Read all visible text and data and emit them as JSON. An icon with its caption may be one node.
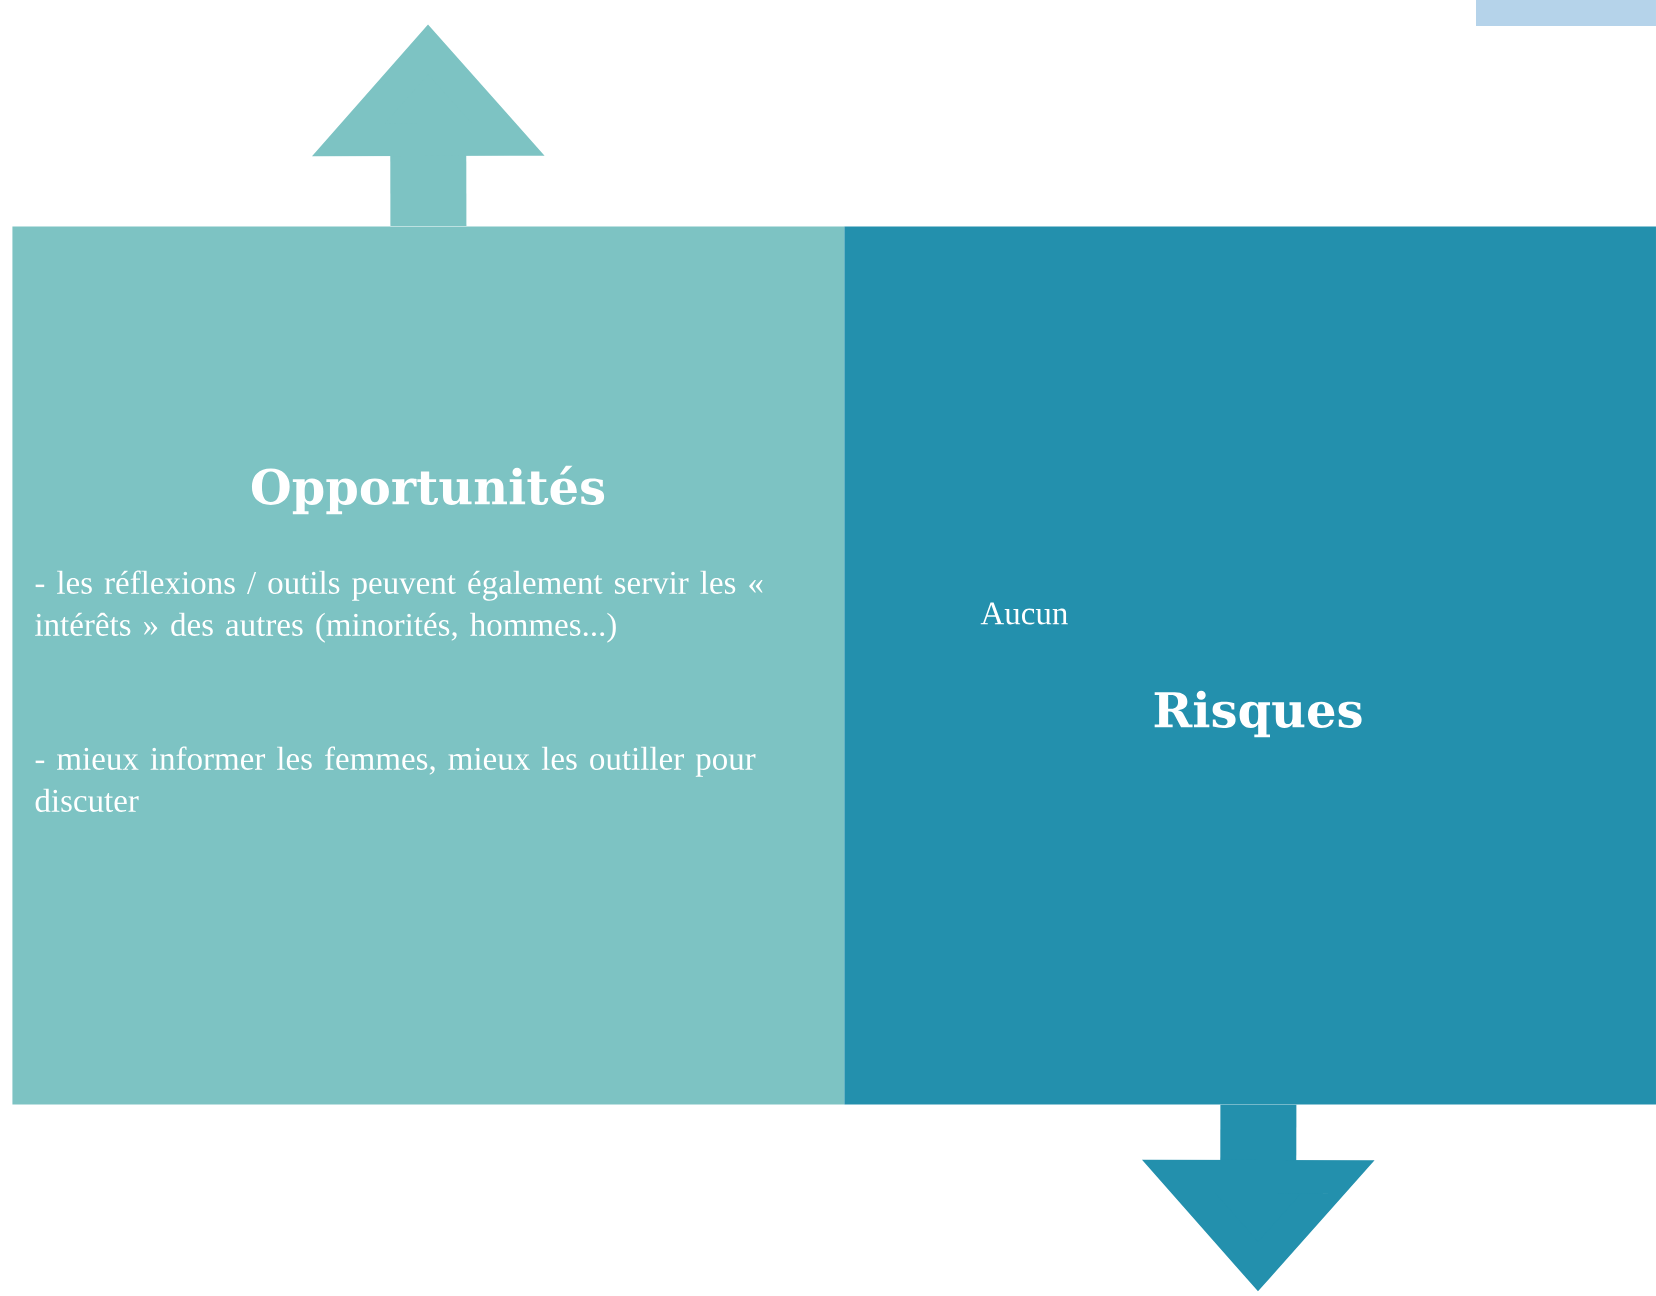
{
  "diagram": {
    "nodes": [
      {
        "text": [
          "Opportunités",
          "- les réflexions / outils peuvent également servir les « intérêts » des autres (minorités, hommes...)",
          "- mieux informer les femmes, mieux les outiller pour discuter"
        ]
      },
      {
        "text": [
          "Aucun",
          "Risques"
        ]
      }
    ],
    "edges": [
      {
        "from": 0,
        "to": null,
        "arrow": "to"
      },
      {
        "from": 1,
        "to": null,
        "arrow": "to"
      }
    ]
  }
}
